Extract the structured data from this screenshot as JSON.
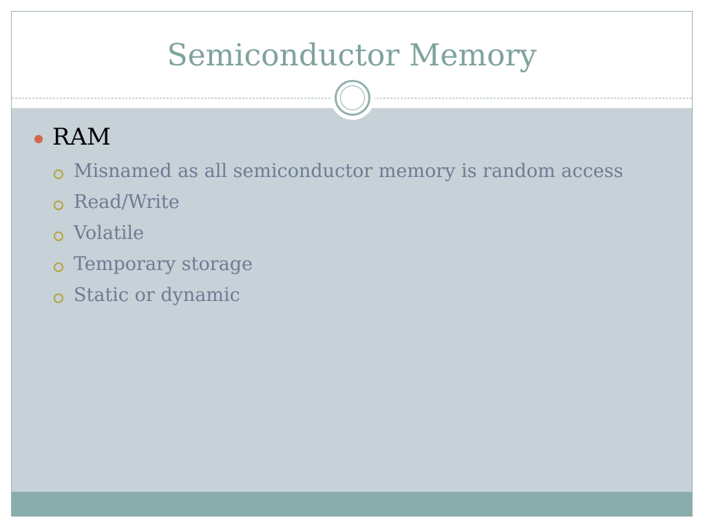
{
  "slide": {
    "title": "Semiconductor Memory",
    "bullets": [
      {
        "text": "RAM",
        "sub": [
          "Misnamed as all semiconductor memory is random access",
          "Read/Write",
          "Volatile",
          "Temporary storage",
          "Static or dynamic"
        ]
      }
    ]
  },
  "colors": {
    "title": "#7fa29e",
    "content_bg": "#c6d1d8",
    "footer": "#8aacac",
    "bullet_l1": "#d5674e",
    "bullet_l2": "#b8a23a",
    "sub_text": "#6e7b93"
  },
  "icons": {
    "level1_bullet": "filled-circle-bullet",
    "level2_bullet": "hollow-circle-bullet",
    "title_ornament": "double-ring-ornament"
  }
}
